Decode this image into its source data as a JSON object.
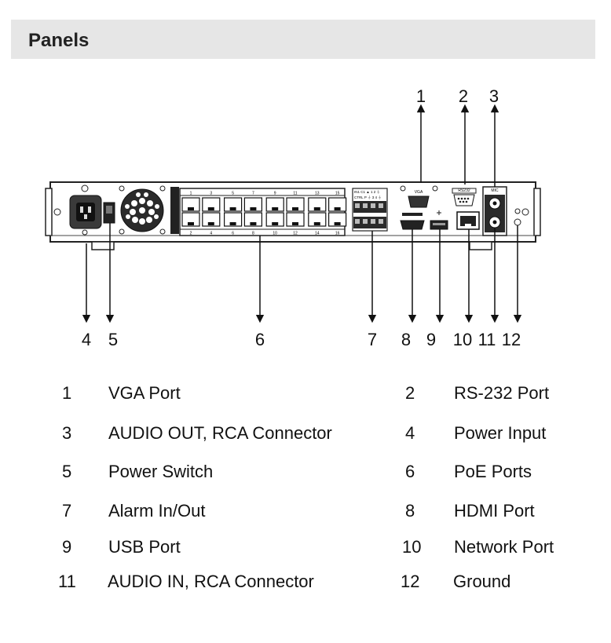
{
  "header": {
    "title": "Panels"
  },
  "callouts": {
    "c1": "1",
    "c2": "2",
    "c3": "3",
    "c4": "4",
    "c5": "5",
    "c6": "6",
    "c7": "7",
    "c8": "8",
    "c9": "9",
    "c10": "10",
    "c11": "11",
    "c12": "12"
  },
  "panel_text": {
    "vga": "VGA",
    "rs232": "RS232",
    "mic": "MIC",
    "alarm_top": "IN1 C1 ▲ 1 2 ⏚",
    "alarm_bot": "CTRL P ⏚ 3 4 ⏚"
  },
  "port_numbers_top": [
    "1",
    "3",
    "5",
    "7",
    "9",
    "11",
    "13",
    "15"
  ],
  "port_numbers_bottom": [
    "2",
    "4",
    "6",
    "8",
    "10",
    "12",
    "14",
    "16"
  ],
  "legend": [
    {
      "num": "1",
      "label": "VGA Port"
    },
    {
      "num": "2",
      "label": "RS-232 Port"
    },
    {
      "num": "3",
      "label": "AUDIO OUT, RCA Connector"
    },
    {
      "num": "4",
      "label": "Power Input"
    },
    {
      "num": "5",
      "label": "Power Switch"
    },
    {
      "num": "6",
      "label": "PoE Ports"
    },
    {
      "num": "7",
      "label": "Alarm In/Out"
    },
    {
      "num": "8",
      "label": "HDMI Port"
    },
    {
      "num": "9",
      "label": "USB Port"
    },
    {
      "num": "10",
      "label": "Network Port"
    },
    {
      "num": "11",
      "label": "AUDIO IN, RCA Connector"
    },
    {
      "num": "12",
      "label": "Ground"
    }
  ]
}
